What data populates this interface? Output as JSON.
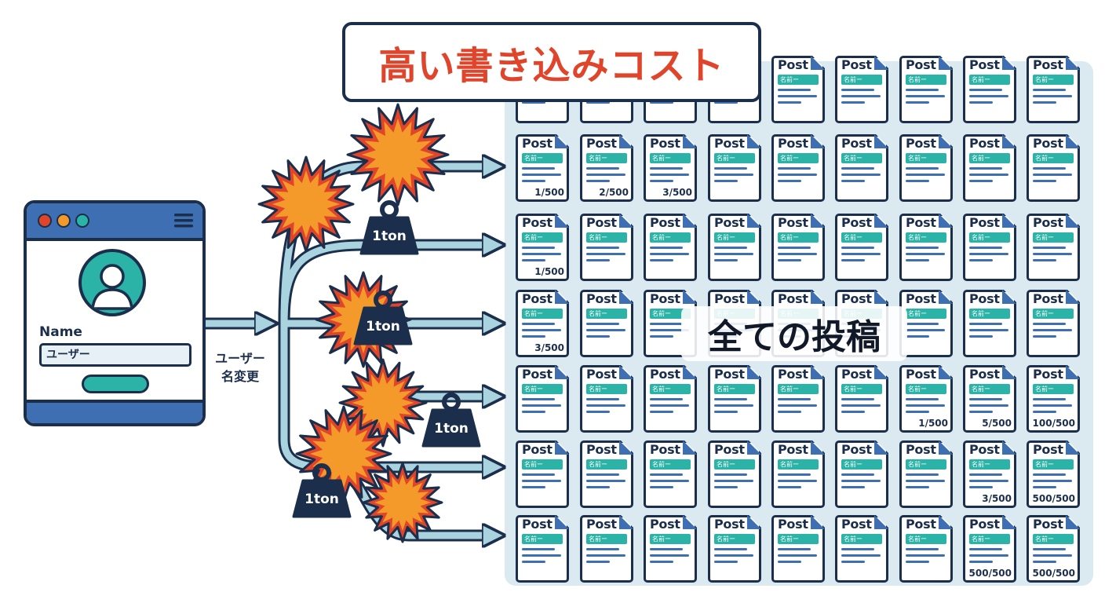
{
  "title": "高い書き込みコスト",
  "all_posts_label": "全ての投稿",
  "browser": {
    "name_label": "Name",
    "name_value": "ユーザー"
  },
  "change_label": [
    "ユーザー",
    "名変更"
  ],
  "weight_label": "1ton",
  "post": {
    "title": "Post",
    "tag": "名前ー"
  },
  "grid": {
    "columns": 9,
    "rows": 7,
    "counts": [
      {
        "row": 1,
        "col": 0,
        "text": "1/500"
      },
      {
        "row": 1,
        "col": 1,
        "text": "2/500"
      },
      {
        "row": 1,
        "col": 2,
        "text": "3/500"
      },
      {
        "row": 2,
        "col": 0,
        "text": "1/500"
      },
      {
        "row": 3,
        "col": 0,
        "text": "3/500"
      },
      {
        "row": 4,
        "col": 6,
        "text": "1/500"
      },
      {
        "row": 4,
        "col": 7,
        "text": "5/500"
      },
      {
        "row": 4,
        "col": 8,
        "text": "100/500"
      },
      {
        "row": 5,
        "col": 7,
        "text": "3/500"
      },
      {
        "row": 5,
        "col": 8,
        "text": "500/500"
      },
      {
        "row": 6,
        "col": 7,
        "text": "500/500"
      },
      {
        "row": 6,
        "col": 8,
        "text": "500/500"
      }
    ]
  },
  "colors": {
    "accent_red": "#e0452b",
    "navy": "#1b2e4b",
    "blue": "#3f6fb3",
    "teal": "#2ab3a6",
    "arrow": "#a9d3de",
    "burst_outer": "#e0452b",
    "burst_inner": "#f39a2b"
  }
}
